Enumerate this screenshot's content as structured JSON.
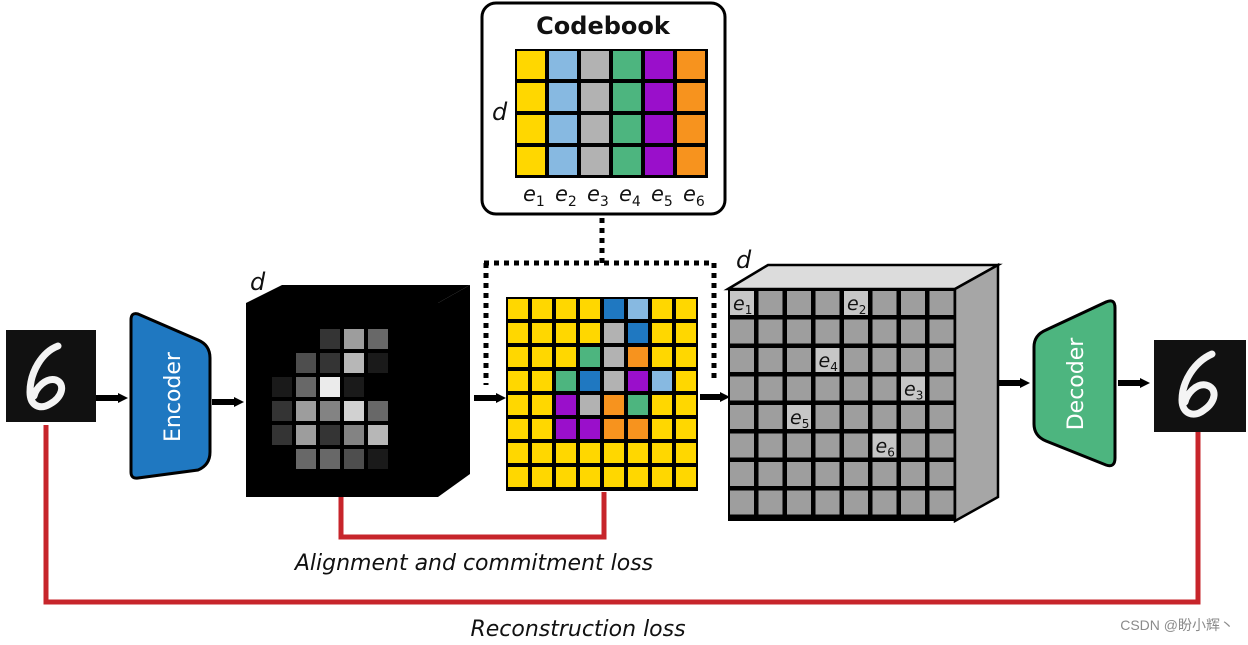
{
  "codebook": {
    "title": "Codebook",
    "dim_label": "d",
    "vectors": [
      {
        "label": "e",
        "sub": "1",
        "color": "#FFD700"
      },
      {
        "label": "e",
        "sub": "2",
        "color": "#87B9E1"
      },
      {
        "label": "e",
        "sub": "3",
        "color": "#B2B2B2"
      },
      {
        "label": "e",
        "sub": "4",
        "color": "#4DB57F"
      },
      {
        "label": "e",
        "sub": "5",
        "color": "#9A0FCB"
      },
      {
        "label": "e",
        "sub": "6",
        "color": "#F7931E"
      }
    ],
    "rows": 4
  },
  "encoder": {
    "label": "Encoder",
    "color": "#1F78C1"
  },
  "decoder": {
    "label": "Decoder",
    "color": "#4DB57F"
  },
  "encoder_output": {
    "dim_label": "d",
    "grid": [
      [
        0,
        0,
        0,
        0,
        0,
        0,
        0,
        0
      ],
      [
        0,
        0,
        0,
        2,
        6,
        4,
        0,
        0
      ],
      [
        0,
        0,
        3,
        2,
        7,
        1,
        0,
        0
      ],
      [
        0,
        1,
        4,
        9,
        1,
        0,
        0,
        0
      ],
      [
        0,
        2,
        6,
        5,
        8,
        4,
        0,
        0
      ],
      [
        0,
        2,
        6,
        2,
        5,
        7,
        0,
        0
      ],
      [
        0,
        0,
        4,
        4,
        3,
        1,
        0,
        0
      ],
      [
        0,
        0,
        0,
        0,
        0,
        0,
        0,
        0
      ]
    ]
  },
  "quantized": {
    "grid": [
      [
        1,
        1,
        1,
        1,
        6,
        2,
        1,
        1
      ],
      [
        1,
        1,
        1,
        1,
        3,
        6,
        1,
        1
      ],
      [
        1,
        1,
        1,
        4,
        3,
        6,
        1,
        1
      ],
      [
        1,
        1,
        4,
        6,
        3,
        5,
        2,
        1
      ],
      [
        1,
        1,
        5,
        3,
        6,
        4,
        1,
        1
      ],
      [
        1,
        1,
        5,
        5,
        6,
        6,
        1,
        1
      ],
      [
        1,
        1,
        1,
        1,
        1,
        1,
        1,
        1
      ],
      [
        1,
        1,
        1,
        1,
        1,
        1,
        1,
        1
      ]
    ],
    "extra_colors": {
      "6": "#1F78C1"
    }
  },
  "decoder_input": {
    "dim_label": "d",
    "annotations": [
      {
        "label": "e",
        "sub": "1"
      },
      {
        "label": "e",
        "sub": "2"
      },
      {
        "label": "e",
        "sub": "4"
      },
      {
        "label": "e",
        "sub": "3"
      },
      {
        "label": "e",
        "sub": "5"
      },
      {
        "label": "e",
        "sub": "6"
      }
    ]
  },
  "losses": {
    "alignment": "Alignment and commitment loss",
    "reconstruction": "Reconstruction loss",
    "color": "#C7252B"
  },
  "watermark": "CSDN @盼小辉丶"
}
